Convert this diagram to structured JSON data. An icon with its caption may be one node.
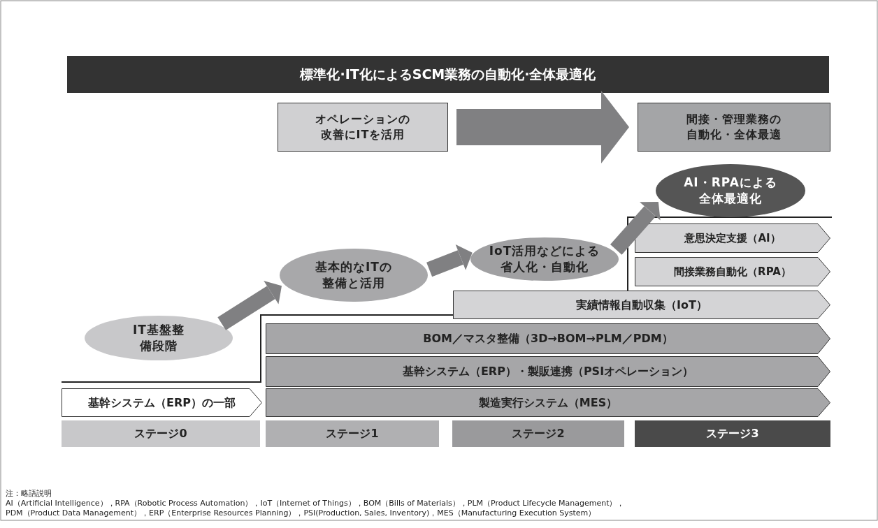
{
  "diagram": {
    "nodes": [
      {
        "text": [
          "標準化·IT化によるSCM業務の自動化·全体最適化"
        ]
      },
      {
        "text": [
          "オペレーションの改善にITを活用"
        ]
      },
      {
        "text": [
          "間接・管理業務の自動化・全体最適"
        ]
      },
      {
        "text": [
          "IT基盤整備段階"
        ]
      },
      {
        "text": [
          "基本的なITの整備と活用"
        ]
      },
      {
        "text": [
          "IoT活用などによる省人化・自動化"
        ]
      },
      {
        "text": [
          "AI・RPAによる全体最適化"
        ]
      },
      {
        "text": [
          "意思決定支援（AI）"
        ]
      },
      {
        "text": [
          "間接業務自動化（RPA）"
        ]
      },
      {
        "text": [
          "実績情報自動収集（IoT）"
        ]
      },
      {
        "text": [
          "BOM／マスタ整備（3D→BOM→PLM／PDM）"
        ]
      },
      {
        "text": [
          "基幹システム（ERP）・製販連携（PSIオペレーション）"
        ]
      },
      {
        "text": [
          "基幹システム（ERP）の一部"
        ]
      },
      {
        "text": [
          "製造実行システム（MES）"
        ]
      },
      {
        "text": [
          "ステージ0"
        ]
      },
      {
        "text": [
          "ステージ1"
        ]
      },
      {
        "text": [
          "ステージ2"
        ]
      },
      {
        "text": [
          "ステージ3"
        ]
      }
    ],
    "edges": [
      {
        "from": 1,
        "to": 2,
        "arrow": "to",
        "style": "thick"
      },
      {
        "from": 3,
        "to": 4,
        "arrow": "to"
      },
      {
        "from": 4,
        "to": 5,
        "arrow": "to"
      },
      {
        "from": 5,
        "to": 6,
        "arrow": "to"
      }
    ],
    "labels": [
      "注：略語説明",
      "AI（Artificial Intelligence），RPA（Robotic Process Automation），IoT（Internet of Things），BOM（Bills of Materials），PLM（Product Lifecycle Management）， PDM（Product Data Management），ERP（Enterprise Resources Planning），PSI(Production, Sales, Inventory)，MES（Manufacturing Execution System）"
    ]
  }
}
